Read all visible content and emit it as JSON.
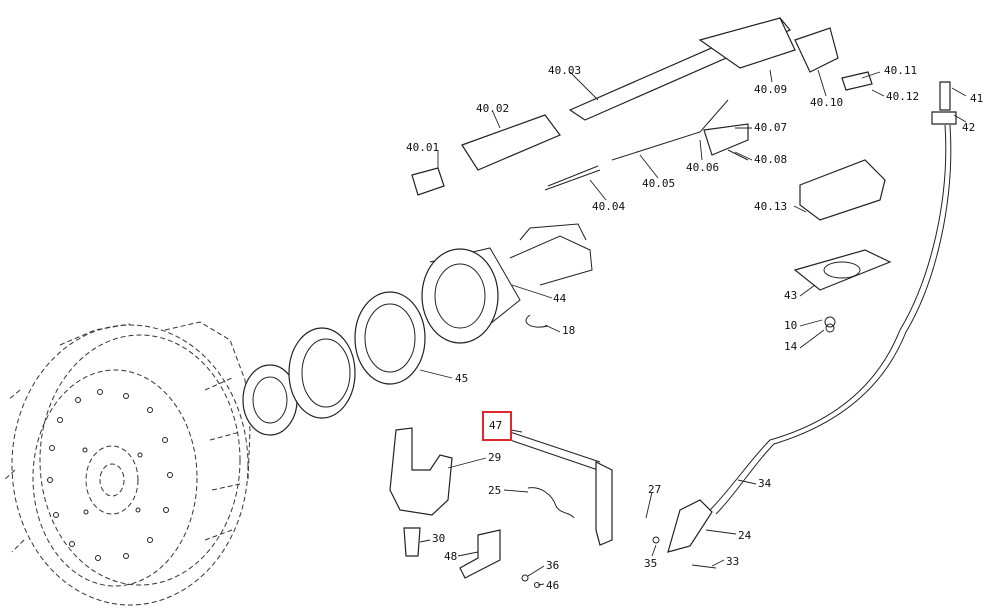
{
  "labels": {
    "l4001": "40.01",
    "l4002": "40.02",
    "l4003": "40.03",
    "l4004": "40.04",
    "l4005": "40.05",
    "l4006": "40.06",
    "l4007": "40.07",
    "l4008": "40.08",
    "l4009": "40.09",
    "l4010": "40.10",
    "l4011": "40.11",
    "l4012": "40.12",
    "l4013": "40.13",
    "l41": "41",
    "l42": "42",
    "l43": "43",
    "l10": "10",
    "l14": "14",
    "l44": "44",
    "l18": "18",
    "l45": "45",
    "l47": "47",
    "l29": "29",
    "l25": "25",
    "l27": "27",
    "l34": "34",
    "l24": "24",
    "l33": "33",
    "l35": "35",
    "l30": "30",
    "l48": "48",
    "l36": "36",
    "l46": "46"
  },
  "highlight": {
    "label": "47",
    "color": "#e0262b"
  }
}
